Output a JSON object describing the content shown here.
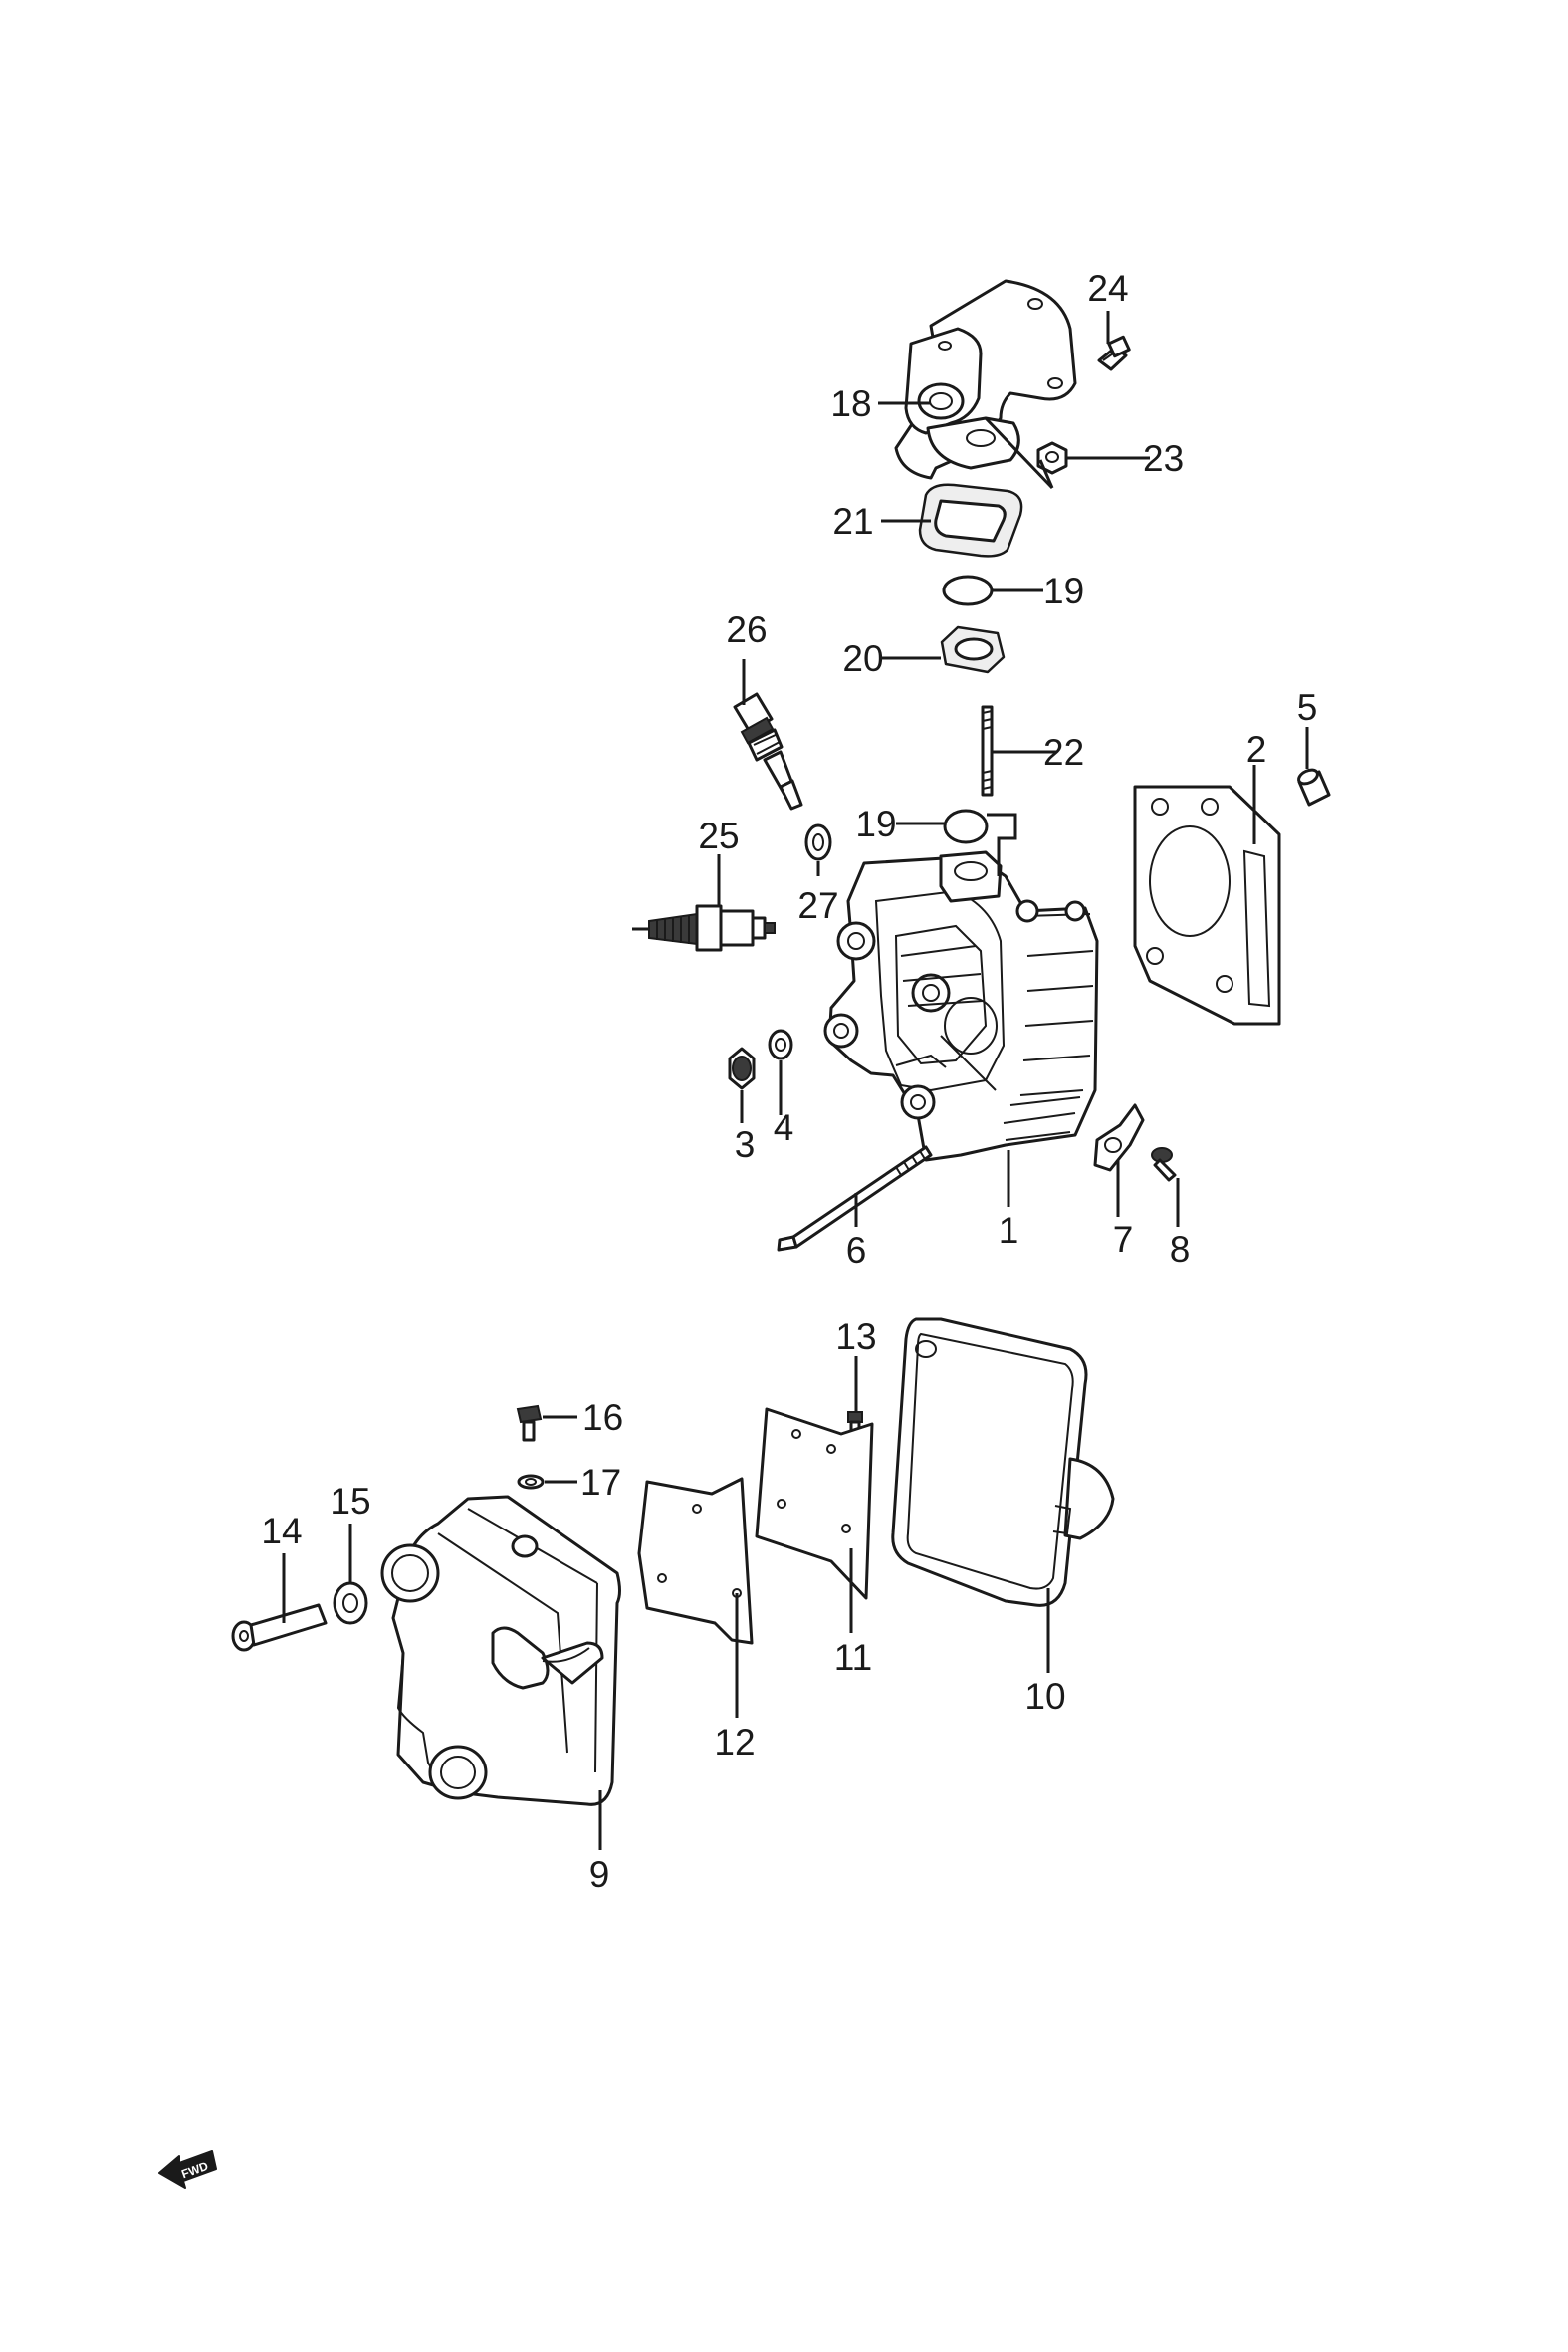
{
  "callouts": {
    "c1": "1",
    "c2": "2",
    "c3": "3",
    "c4": "4",
    "c5": "5",
    "c6": "6",
    "c7": "7",
    "c8": "8",
    "c9": "9",
    "c10": "10",
    "c11": "11",
    "c12": "12",
    "c13": "13",
    "c14": "14",
    "c15": "15",
    "c16": "16",
    "c17": "17",
    "c18": "18",
    "c19a": "19",
    "c19b": "19",
    "c20": "20",
    "c21": "21",
    "c22": "22",
    "c23": "23",
    "c24": "24",
    "c25": "25",
    "c26": "26",
    "c27": "27"
  },
  "fwd": {
    "label": "FWD",
    "icon": "forward-arrow-icon"
  },
  "colors": {
    "ink": "#1a1a1a",
    "paper": "#ffffff"
  }
}
